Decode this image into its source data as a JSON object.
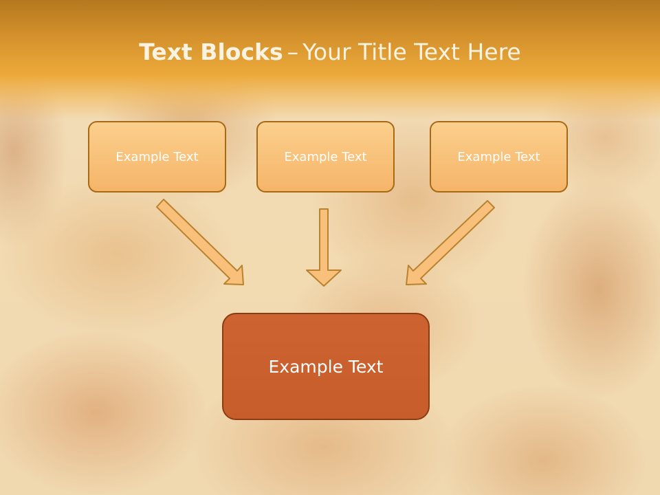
{
  "slide": {
    "title_bold": "Text Blocks",
    "title_separator": "–",
    "title_regular": "Your Title Text Here",
    "top_boxes": [
      {
        "label": "Example Text"
      },
      {
        "label": "Example Text"
      },
      {
        "label": "Example Text"
      }
    ],
    "main_box": {
      "label": "Example Text"
    }
  },
  "colors": {
    "title_band": "#eca93a",
    "title_text": "#fbf3e2",
    "top_box_fill": "#f8c07a",
    "top_box_border": "#a66a16",
    "arrow_fill": "#f8c07a",
    "main_box_fill": "#c96030",
    "main_box_border": "#8a3c12"
  }
}
